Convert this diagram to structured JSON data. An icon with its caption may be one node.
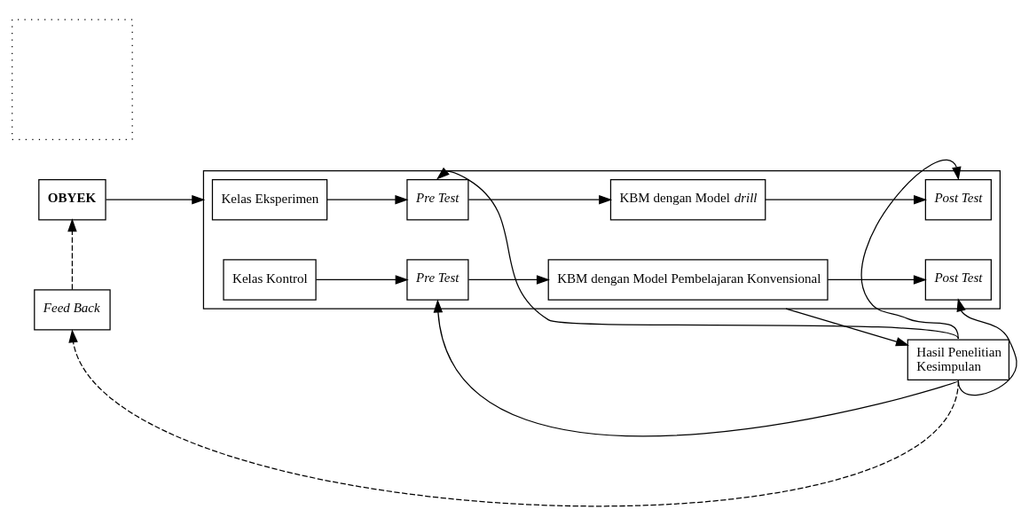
{
  "diagram": {
    "nodes": [
      {
        "text": [
          "OBYEK"
        ]
      },
      {
        "text": [],
        "shape": "box"
      },
      {
        "text": [],
        "shape": "box"
      },
      {
        "text": [
          "Kelas Eksperimen"
        ],
        "in": 1
      },
      {
        "text": [
          "Pre Test"
        ],
        "in": 1
      },
      {
        "text": [
          "KBM dengan Model *drill*"
        ],
        "in": 1
      },
      {
        "text": [
          "Post Test"
        ],
        "in": 1
      },
      {
        "text": [
          "Kelas Kontrol"
        ],
        "in": 1
      },
      {
        "text": [
          "Pre Test"
        ],
        "in": 1
      },
      {
        "text": [
          "KBM dengan Model Pembelajaran Konvensional"
        ],
        "in": 1
      },
      {
        "text": [
          "Post Test"
        ],
        "in": 1
      },
      {
        "text": [
          "Hasil Penelitian",
          "Kesimpulan"
        ]
      },
      {
        "text": [
          "Feed Back"
        ]
      }
    ],
    "edges": [
      {
        "from": 0,
        "to": 1,
        "arrow": "to"
      },
      {
        "from": 3,
        "to": 4,
        "arrow": "to"
      },
      {
        "from": 4,
        "to": 5,
        "arrow": "to"
      },
      {
        "from": 5,
        "to": 6,
        "arrow": "to"
      },
      {
        "from": 7,
        "to": 8,
        "arrow": "to"
      },
      {
        "from": 8,
        "to": 9,
        "arrow": "to"
      },
      {
        "from": 9,
        "to": 10,
        "arrow": "to"
      },
      {
        "from": 1,
        "to": 11,
        "arrow": "to"
      },
      {
        "from": 11,
        "to": 4,
        "arrow": "to"
      },
      {
        "from": 11,
        "to": 6,
        "arrow": "to"
      },
      {
        "from": 11,
        "to": 8,
        "arrow": "to"
      },
      {
        "from": 11,
        "to": 10,
        "arrow": "to"
      },
      {
        "from": 11,
        "to": 12,
        "arrow": "to",
        "style": "dashed"
      },
      {
        "from": 12,
        "to": 0,
        "arrow": "to",
        "style": "dashed"
      }
    ]
  }
}
